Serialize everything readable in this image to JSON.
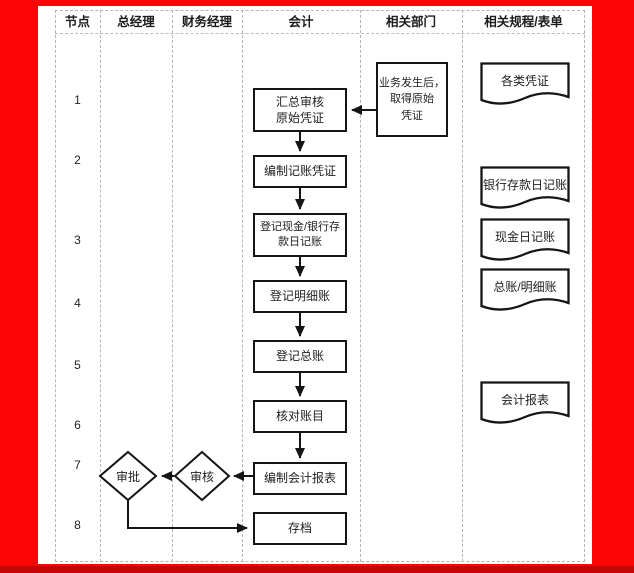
{
  "colors": {
    "frame_red": "#fb0505",
    "frame_red_dark": "#c40606",
    "shape_line": "#151515",
    "grid_line": "#b5b5b5",
    "text": "#222222"
  },
  "header": {
    "columns": [
      "节点",
      "总经理",
      "财务经理",
      "会计",
      "相关部门",
      "相关规程/表单"
    ]
  },
  "nodes": [
    "1",
    "2",
    "3",
    "4",
    "5",
    "6",
    "7",
    "8"
  ],
  "process": {
    "steps": [
      "汇总审核\n原始凭证",
      "编制记账凭证",
      "登记现金/银行存\n款日记账",
      "登记明细账",
      "登记总账",
      "核对账目",
      "编制会计报表",
      "存档"
    ]
  },
  "related_department": {
    "box": "业务发生后，\n取得原始\n凭证"
  },
  "decisions": {
    "approve": "审批",
    "review": "审核"
  },
  "documents": [
    "各类凭证",
    "银行存款日记账",
    "现金日记账",
    "总账/明细账",
    "会计报表"
  ]
}
